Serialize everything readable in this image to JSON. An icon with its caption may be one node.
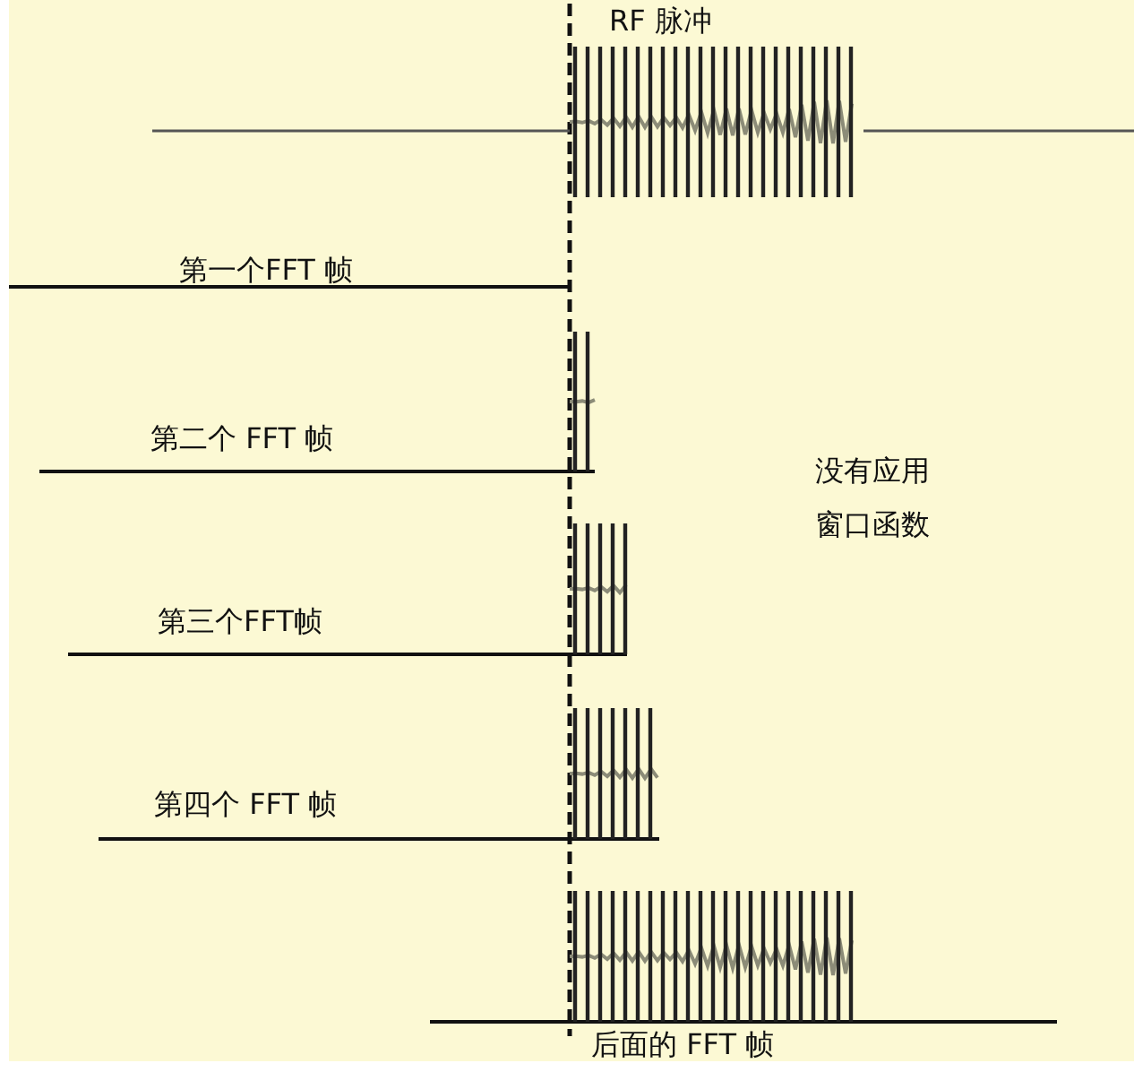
{
  "diagram": {
    "labels": [
      "RF 脉冲",
      "第一个FFT 帧",
      "第二个 FFT 帧",
      "没有应用窗口函数",
      "第三个FFT帧",
      "第四个 FFT 帧",
      "后面的 FFT 帧"
    ]
  }
}
